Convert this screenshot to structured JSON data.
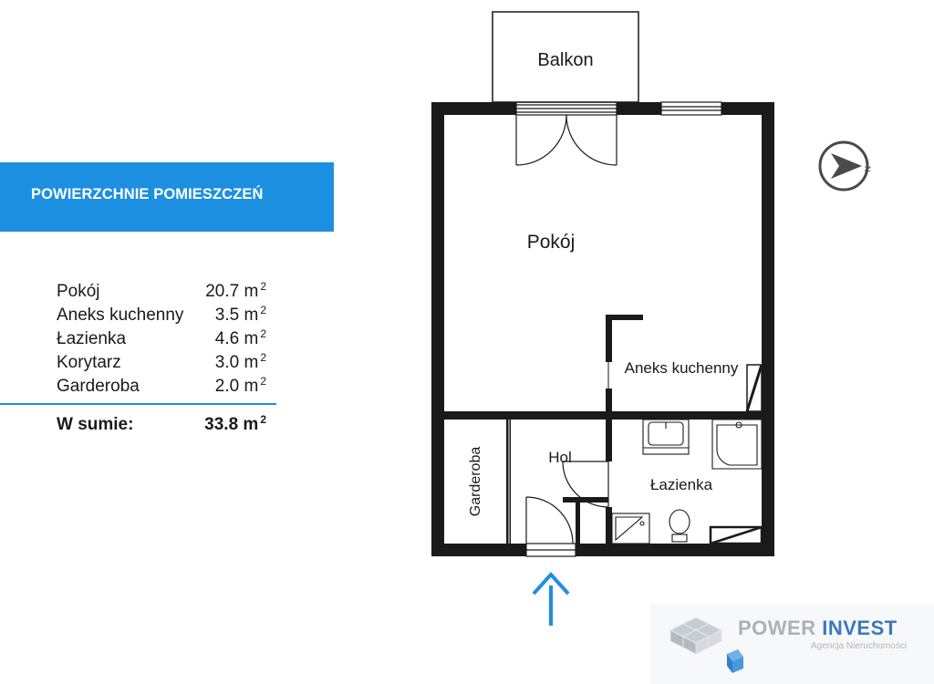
{
  "header": {
    "title": "POWIERZCHNIE POMIESZCZEŃ"
  },
  "areas": [
    {
      "name": "Pokój",
      "value": "20.7 m"
    },
    {
      "name": "Aneks kuchenny",
      "value": "3.5 m"
    },
    {
      "name": "Łazienka",
      "value": "4.6 m"
    },
    {
      "name": "Korytarz",
      "value": "3.0 m"
    },
    {
      "name": "Garderoba",
      "value": "2.0 m"
    }
  ],
  "unit_exponent": "2",
  "total": {
    "label": "W sumie:",
    "value": "33.8 m"
  },
  "plan": {
    "rooms": {
      "balcony": "Balkon",
      "room": "Pokój",
      "kitchenette": "Aneks kuchenny",
      "hall": "Hol",
      "wardrobe": "Garderoba",
      "bathroom": "Łazienka"
    },
    "compass_letter": "N"
  },
  "logo": {
    "name_part1": "POWER",
    "name_part2": "INVEST",
    "subtitle": "Agencja Nieruchomości"
  },
  "colors": {
    "accent": "#1d8fe0",
    "wall": "#1a1a1a",
    "logo_grey": "#a9b1bb",
    "logo_blue": "#3b78c2"
  },
  "icons": [
    "compass-icon",
    "entrance-arrow-icon",
    "logo-cubes-icon"
  ]
}
